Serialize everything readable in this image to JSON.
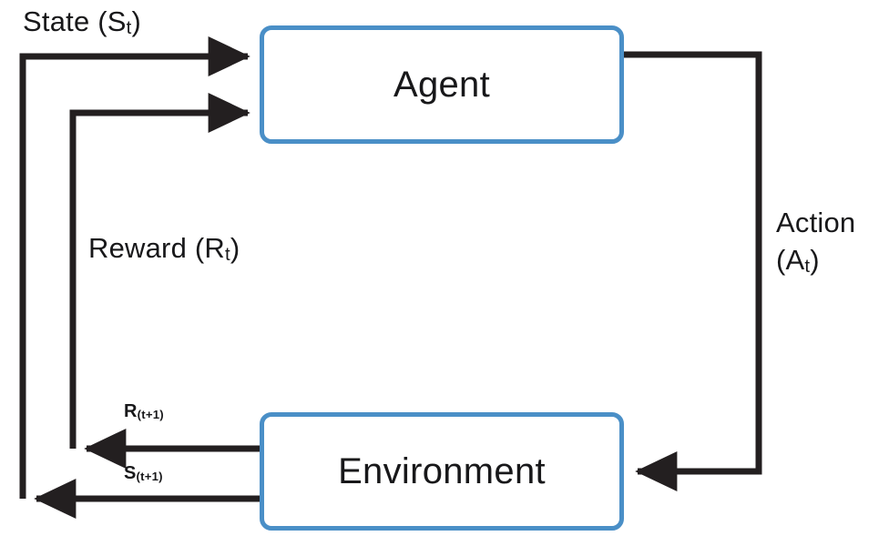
{
  "diagram": {
    "type": "reinforcement-learning-loop",
    "title": "Agent-Environment Interaction Loop",
    "accent_color": "#4a8fc7",
    "line_color": "#231f20",
    "background": "#ffffff",
    "nodes": [
      {
        "id": "agent",
        "label": "Agent"
      },
      {
        "id": "environment",
        "label": "Environment"
      }
    ],
    "edges": [
      {
        "id": "state",
        "label_text": "State",
        "symbol_base": "S",
        "symbol_sub": "t",
        "from": "environment",
        "to": "agent",
        "direction": "up"
      },
      {
        "id": "reward",
        "label_text": "Reward",
        "symbol_base": "R",
        "symbol_sub": "t",
        "from": "environment",
        "to": "agent",
        "direction": "up"
      },
      {
        "id": "action",
        "label_line1": "Action",
        "label_line2": "(A",
        "symbol_base": "A",
        "symbol_sub": "t",
        "from": "agent",
        "to": "environment",
        "direction": "down"
      },
      {
        "id": "reward-next",
        "symbol_base": "R",
        "symbol_sub": "(t+1)",
        "from": "environment",
        "to": "reward-rail",
        "direction": "left"
      },
      {
        "id": "state-next",
        "symbol_base": "S",
        "symbol_sub": "(t+1)",
        "from": "environment",
        "to": "state-rail",
        "direction": "left"
      }
    ]
  },
  "labels": {
    "agent": "Agent",
    "environment": "Environment",
    "state_prefix": "State (S",
    "state_sub": "t",
    "state_suffix": ")",
    "reward_prefix": "Reward (R",
    "reward_sub": "t",
    "reward_suffix": ")",
    "action_line1": "Action",
    "action_prefix": "(A",
    "action_sub": "t",
    "action_suffix": ")",
    "r_next_base": "R",
    "r_next_sub": "(t+1)",
    "s_next_base": "S",
    "s_next_sub": "(t+1)"
  }
}
